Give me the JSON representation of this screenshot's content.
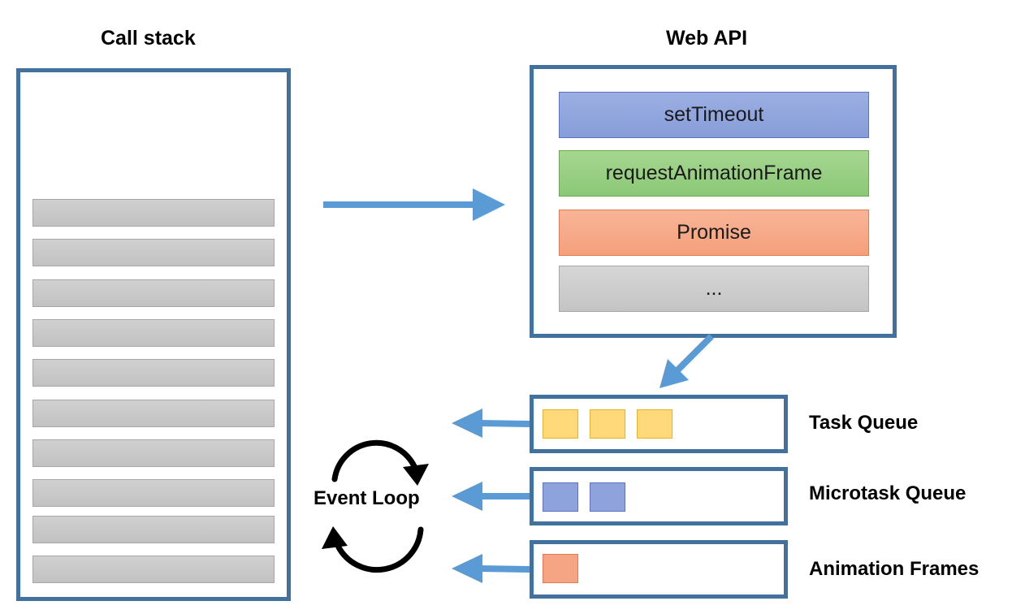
{
  "call_stack": {
    "title": "Call stack"
  },
  "web_api": {
    "title": "Web API",
    "items": [
      {
        "label": "setTimeout"
      },
      {
        "label": "requestAnimationFrame"
      },
      {
        "label": "Promise"
      },
      {
        "label": "..."
      }
    ]
  },
  "queues": [
    {
      "label": "Task Queue",
      "count": 3
    },
    {
      "label": "Microtask Queue",
      "count": 2
    },
    {
      "label": "Animation Frames",
      "count": 1
    }
  ],
  "event_loop": {
    "label": "Event Loop"
  },
  "colors": {
    "frame": "#41719c",
    "arrow": "#5b9bd5",
    "settimeout": "#8ea3dc",
    "request_animation_frame": "#8fcc7a",
    "promise": "#f5a584",
    "other": "#c8c8c8",
    "task": "#ffd97a",
    "microtask": "#8ea3dc",
    "animation": "#f5a584"
  }
}
